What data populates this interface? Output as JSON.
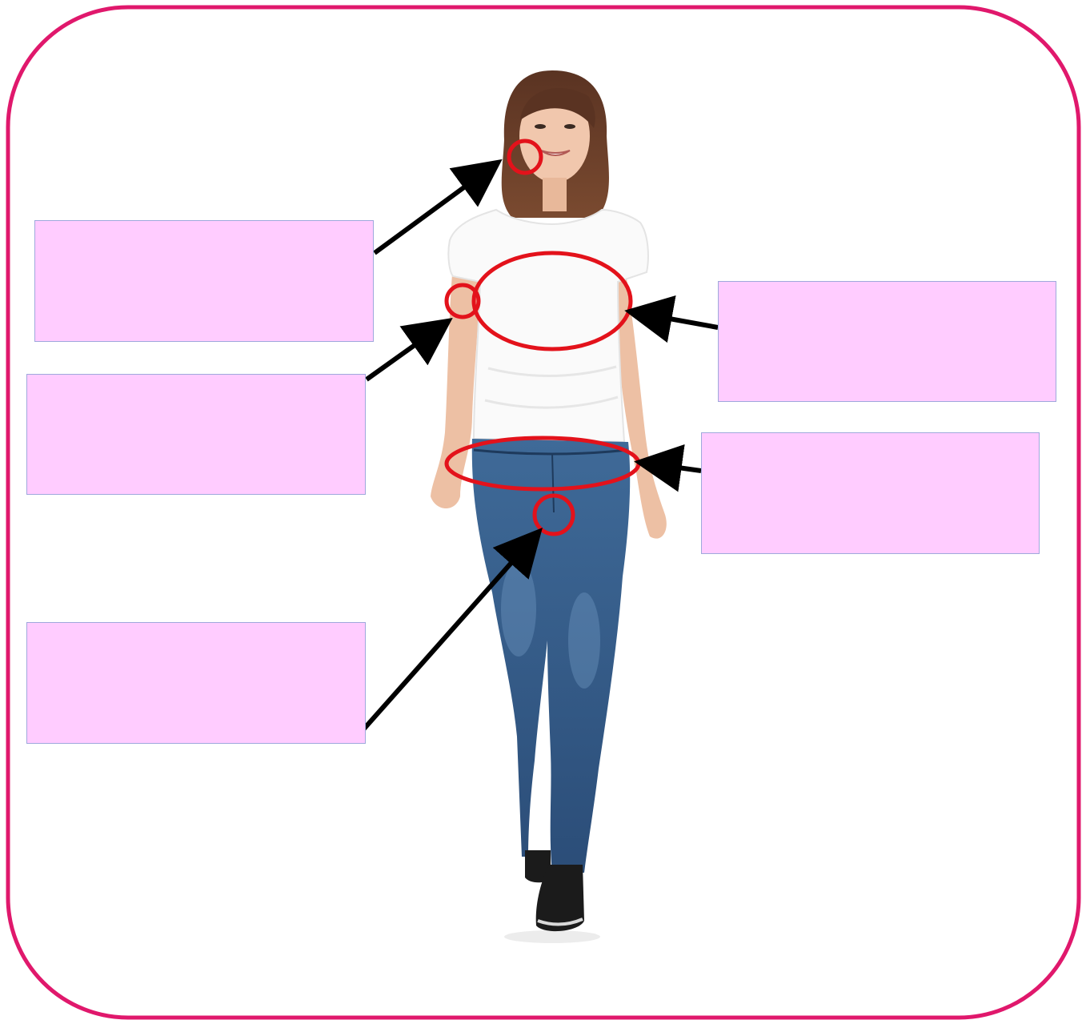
{
  "diagram": {
    "frame_color": "#e0186c",
    "box_fill": "#ffccff",
    "box_border": "#9fa8dc",
    "marker_color": "#e3121b",
    "arrow_color": "#000000",
    "figure": "woman-walking-white-tshirt-blue-jeans",
    "label_boxes": [
      {
        "target": "cheek",
        "text": ""
      },
      {
        "target": "upper-arm",
        "text": ""
      },
      {
        "target": "crotch",
        "text": ""
      },
      {
        "target": "chest",
        "text": ""
      },
      {
        "target": "waist",
        "text": ""
      }
    ]
  }
}
